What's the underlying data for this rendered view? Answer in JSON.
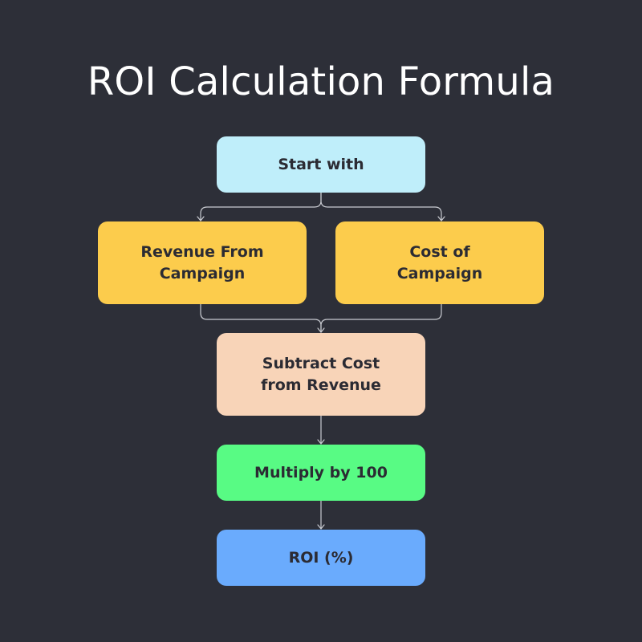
{
  "title": "ROI Calculation Formula",
  "nodes": {
    "start": "Start with",
    "revenue": "Revenue From Campaign",
    "cost": "Cost of Campaign",
    "subtract": "Subtract Cost from Revenue",
    "multiply": "Multiply by 100",
    "roi": "ROI (%)"
  },
  "colors": {
    "background": "#2d2f38",
    "start": "#bfeefa",
    "inputs": "#fccc4c",
    "subtract": "#f8d4b8",
    "multiply": "#58fb84",
    "roi": "#6aabfd",
    "connector": "#c9cbd1"
  }
}
